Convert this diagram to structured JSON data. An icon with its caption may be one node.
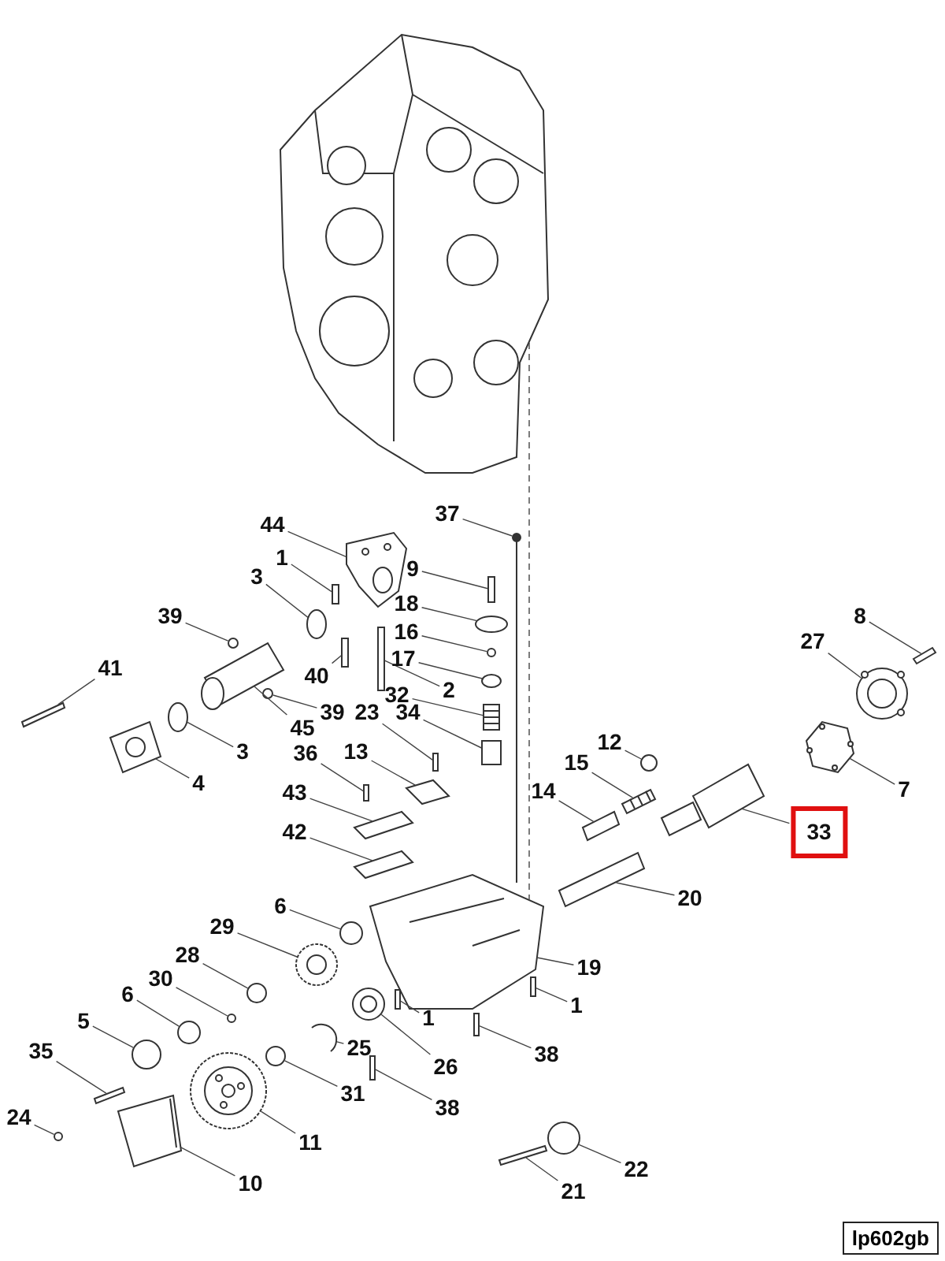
{
  "diagram": {
    "nodes": [
      {
        "text": [
          "37"
        ]
      },
      {
        "text": [
          "44"
        ]
      },
      {
        "text": [
          "1"
        ]
      },
      {
        "text": [
          "9"
        ]
      },
      {
        "text": [
          "3"
        ]
      },
      {
        "text": [
          "18"
        ]
      },
      {
        "text": [
          "39"
        ]
      },
      {
        "text": [
          "8"
        ]
      },
      {
        "text": [
          "16"
        ]
      },
      {
        "text": [
          "27"
        ]
      },
      {
        "text": [
          "17"
        ]
      },
      {
        "text": [
          "40"
        ]
      },
      {
        "text": [
          "41"
        ]
      },
      {
        "text": [
          "32"
        ]
      },
      {
        "text": [
          "2"
        ]
      },
      {
        "text": [
          "39"
        ]
      },
      {
        "text": [
          "23"
        ]
      },
      {
        "text": [
          "34"
        ]
      },
      {
        "text": [
          "45"
        ]
      },
      {
        "text": [
          "12"
        ]
      },
      {
        "text": [
          "3"
        ]
      },
      {
        "text": [
          "36"
        ]
      },
      {
        "text": [
          "13"
        ]
      },
      {
        "text": [
          "15"
        ]
      },
      {
        "text": [
          "4"
        ]
      },
      {
        "text": [
          "7"
        ]
      },
      {
        "text": [
          "14"
        ]
      },
      {
        "text": [
          "43"
        ]
      },
      {
        "text": [
          "33"
        ]
      },
      {
        "text": [
          "42"
        ]
      },
      {
        "text": [
          "20"
        ]
      },
      {
        "text": [
          "6"
        ]
      },
      {
        "text": [
          "29"
        ]
      },
      {
        "text": [
          "28"
        ]
      },
      {
        "text": [
          "19"
        ]
      },
      {
        "text": [
          "30"
        ]
      },
      {
        "text": [
          "6"
        ]
      },
      {
        "text": [
          "1"
        ]
      },
      {
        "text": [
          "1"
        ]
      },
      {
        "text": [
          "5"
        ]
      },
      {
        "text": [
          "26"
        ]
      },
      {
        "text": [
          "25"
        ]
      },
      {
        "text": [
          "38"
        ]
      },
      {
        "text": [
          "35"
        ]
      },
      {
        "text": [
          "31"
        ]
      },
      {
        "text": [
          "38"
        ]
      },
      {
        "text": [
          "24"
        ]
      },
      {
        "text": [
          "11"
        ]
      },
      {
        "text": [
          "22"
        ]
      },
      {
        "text": [
          "10"
        ]
      },
      {
        "text": [
          "21"
        ]
      },
      {
        "text": [],
        "shape": "bar"
      },
      {
        "text": [],
        "shape": "picture"
      },
      {
        "text": [],
        "shape": "bar"
      },
      {
        "text": [],
        "shape": "bar"
      },
      {
        "text": [],
        "shape": "circle"
      },
      {
        "text": [],
        "shape": "circle"
      },
      {
        "text": [],
        "shape": "circle"
      },
      {
        "text": [],
        "shape": "bar"
      },
      {
        "text": [],
        "shape": "circle"
      },
      {
        "text": [],
        "shape": "picture"
      },
      {
        "text": [],
        "shape": "circle"
      },
      {
        "text": [],
        "shape": "bar"
      },
      {
        "text": [],
        "shape": "bar"
      },
      {
        "text": [],
        "shape": "picture"
      },
      {
        "text": [],
        "shape": "bar"
      },
      {
        "text": [],
        "shape": "circle"
      },
      {
        "text": [],
        "shape": "bar"
      },
      {
        "text": [],
        "shape": "cylinder"
      },
      {
        "text": [],
        "shape": "cylinder"
      },
      {
        "text": [],
        "shape": "circle"
      },
      {
        "text": [],
        "shape": "circle"
      },
      {
        "text": [],
        "shape": "bar"
      },
      {
        "text": [],
        "shape": "box"
      },
      {
        "text": [],
        "shape": "picture"
      },
      {
        "text": [],
        "shape": "picture"
      },
      {
        "text": [],
        "shape": "picture"
      },
      {
        "text": [],
        "shape": "cylinder"
      },
      {
        "text": [],
        "shape": "box"
      },
      {
        "text": [],
        "shape": "cylinder"
      },
      {
        "text": [],
        "shape": "box"
      },
      {
        "text": [],
        "shape": "cylinder"
      },
      {
        "text": [],
        "shape": "circle"
      },
      {
        "text": [],
        "shape": "picture"
      },
      {
        "text": [],
        "shape": "circle"
      },
      {
        "text": [],
        "shape": "picture"
      },
      {
        "text": [],
        "shape": "circle"
      },
      {
        "text": [],
        "shape": "circle"
      },
      {
        "text": [],
        "shape": "bar"
      },
      {
        "text": [],
        "shape": "bar"
      },
      {
        "text": [],
        "shape": "circle"
      },
      {
        "text": [],
        "shape": "circle"
      },
      {
        "text": [],
        "shape": "circle"
      },
      {
        "text": [],
        "shape": "bar"
      },
      {
        "text": [],
        "shape": "bar"
      },
      {
        "text": [],
        "shape": "circle"
      },
      {
        "text": [],
        "shape": "bar"
      },
      {
        "text": [],
        "shape": "circle"
      },
      {
        "text": [],
        "shape": "picture"
      },
      {
        "text": [],
        "shape": "circle"
      },
      {
        "text": [],
        "shape": "picture"
      },
      {
        "text": [],
        "shape": "bar"
      },
      {
        "text": [],
        "shape": "picture"
      }
    ],
    "edges": [
      {
        "from": 0,
        "to": 51,
        "arrow": "none"
      },
      {
        "from": 1,
        "to": 52,
        "arrow": "none"
      },
      {
        "from": 2,
        "to": 53,
        "arrow": "none"
      },
      {
        "from": 3,
        "to": 54,
        "arrow": "none"
      },
      {
        "from": 4,
        "to": 55,
        "arrow": "none"
      },
      {
        "from": 5,
        "to": 56,
        "arrow": "none"
      },
      {
        "from": 6,
        "to": 57,
        "arrow": "none"
      },
      {
        "from": 7,
        "to": 58,
        "arrow": "none"
      },
      {
        "from": 8,
        "to": 59,
        "arrow": "none"
      },
      {
        "from": 9,
        "to": 60,
        "arrow": "none"
      },
      {
        "from": 10,
        "to": 61,
        "arrow": "none"
      },
      {
        "from": 11,
        "to": 62,
        "arrow": "none"
      },
      {
        "from": 12,
        "to": 63,
        "arrow": "none"
      },
      {
        "from": 13,
        "to": 64,
        "arrow": "none"
      },
      {
        "from": 14,
        "to": 65,
        "arrow": "none"
      },
      {
        "from": 15,
        "to": 66,
        "arrow": "none"
      },
      {
        "from": 16,
        "to": 67,
        "arrow": "none"
      },
      {
        "from": 17,
        "to": 68,
        "arrow": "none"
      },
      {
        "from": 18,
        "to": 69,
        "arrow": "none"
      },
      {
        "from": 19,
        "to": 70,
        "arrow": "none"
      },
      {
        "from": 20,
        "to": 71,
        "arrow": "none"
      },
      {
        "from": 21,
        "to": 72,
        "arrow": "none"
      },
      {
        "from": 22,
        "to": 73,
        "arrow": "none"
      },
      {
        "from": 23,
        "to": 74,
        "arrow": "none"
      },
      {
        "from": 24,
        "to": 75,
        "arrow": "none"
      },
      {
        "from": 25,
        "to": 76,
        "arrow": "none"
      },
      {
        "from": 26,
        "to": 77,
        "arrow": "none"
      },
      {
        "from": 27,
        "to": 78,
        "arrow": "none"
      },
      {
        "from": 28,
        "to": 79,
        "arrow": "none"
      },
      {
        "from": 29,
        "to": 80,
        "arrow": "none"
      },
      {
        "from": 30,
        "to": 81,
        "arrow": "none"
      },
      {
        "from": 31,
        "to": 82,
        "arrow": "none"
      },
      {
        "from": 32,
        "to": 83,
        "arrow": "none"
      },
      {
        "from": 33,
        "to": 84,
        "arrow": "none"
      },
      {
        "from": 34,
        "to": 85,
        "arrow": "none"
      },
      {
        "from": 35,
        "to": 86,
        "arrow": "none"
      },
      {
        "from": 36,
        "to": 87,
        "arrow": "none"
      },
      {
        "from": 37,
        "to": 88,
        "arrow": "none"
      },
      {
        "from": 38,
        "to": 89,
        "arrow": "none"
      },
      {
        "from": 39,
        "to": 90,
        "arrow": "none"
      },
      {
        "from": 40,
        "to": 91,
        "arrow": "none"
      },
      {
        "from": 41,
        "to": 92,
        "arrow": "none"
      },
      {
        "from": 42,
        "to": 93,
        "arrow": "none"
      },
      {
        "from": 43,
        "to": 94,
        "arrow": "none"
      },
      {
        "from": 44,
        "to": 95,
        "arrow": "none"
      },
      {
        "from": 45,
        "to": 96,
        "arrow": "none"
      },
      {
        "from": 46,
        "to": 97,
        "arrow": "none"
      },
      {
        "from": 47,
        "to": 98,
        "arrow": "none"
      },
      {
        "from": 48,
        "to": 99,
        "arrow": "none"
      },
      {
        "from": 49,
        "to": 100,
        "arrow": "none"
      },
      {
        "from": 50,
        "to": 101,
        "arrow": "none"
      },
      {
        "from": 102,
        "to": 85,
        "arrow": "none",
        "style": "dashed"
      }
    ],
    "labels": [
      "lp602gb"
    ]
  }
}
